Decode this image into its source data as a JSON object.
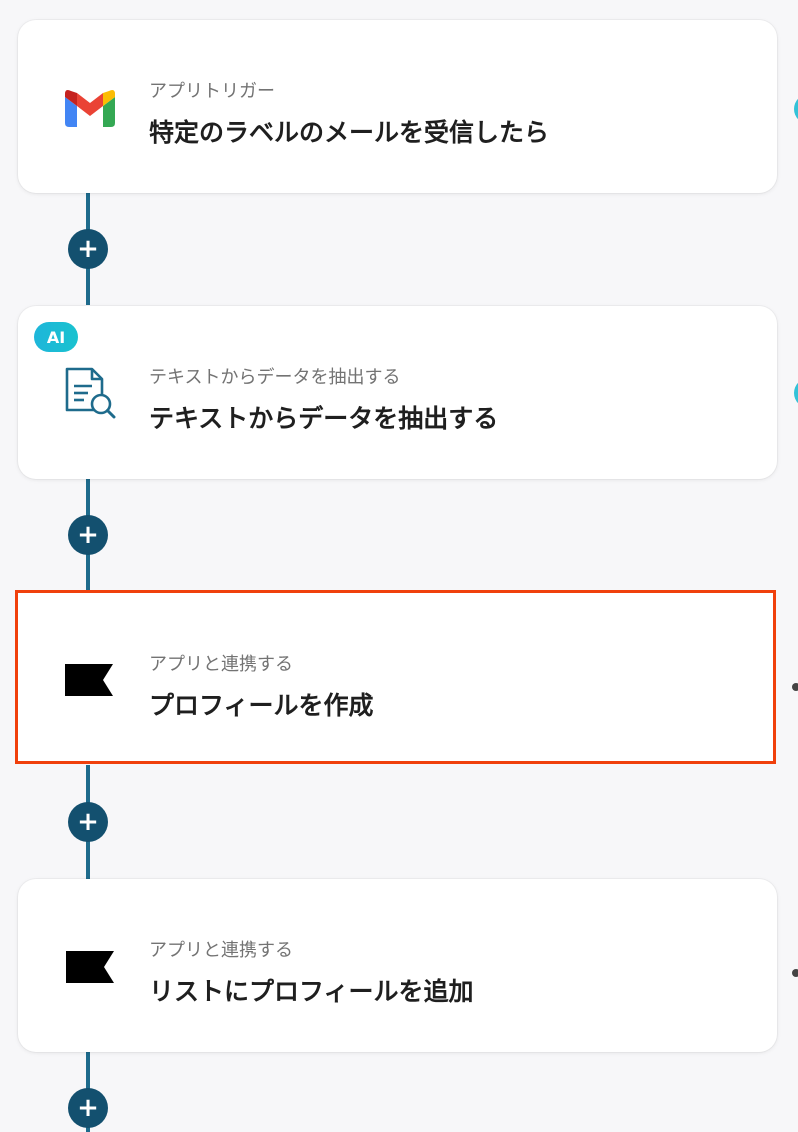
{
  "steps": [
    {
      "subtitle": "アプリトリガー",
      "title": "特定のラベルのメールを受信したら",
      "icon": "gmail-icon"
    },
    {
      "badge": "AI",
      "subtitle": "テキストからデータを抽出する",
      "title": "テキストからデータを抽出する",
      "icon": "document-search-icon"
    },
    {
      "subtitle": "アプリと連携する",
      "title": "プロフィールを作成",
      "icon": "klaviyo-flag-icon",
      "selected": true
    },
    {
      "subtitle": "アプリと連携する",
      "title": "リストにプロフィールを追加",
      "icon": "klaviyo-flag-icon"
    }
  ],
  "add_step_symbol": "+",
  "colors": {
    "connector": "#1e6b8c",
    "add_button": "#13506f",
    "selected_border": "#f0400c",
    "ai_badge": "#1eb6da"
  }
}
